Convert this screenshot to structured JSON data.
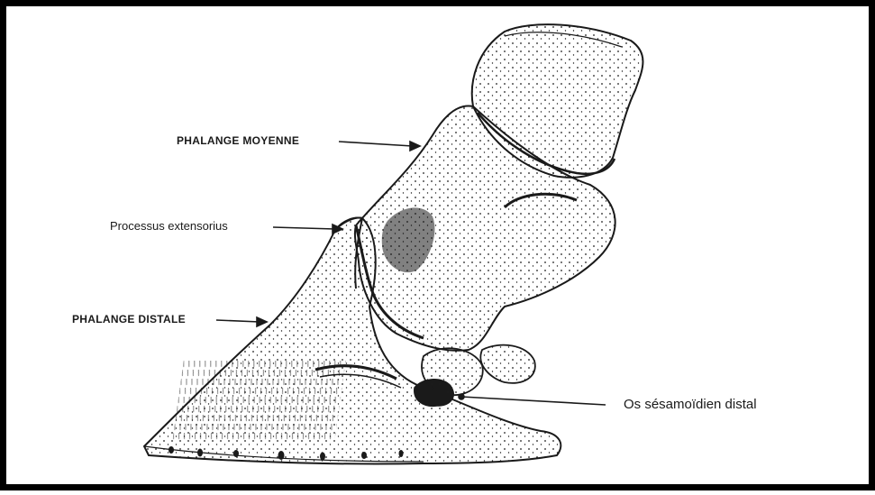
{
  "labels": {
    "middle_phalanx": "PHALANGE MOYENNE",
    "extensor_process": "Processus extensorius",
    "distal_phalanx": "PHALANGE DISTALE",
    "distal_sesamoid": "Os sésamoïdien distal"
  },
  "colors": {
    "ink": "#1a1a1a",
    "paper": "#ffffff",
    "frame": "#000000"
  }
}
